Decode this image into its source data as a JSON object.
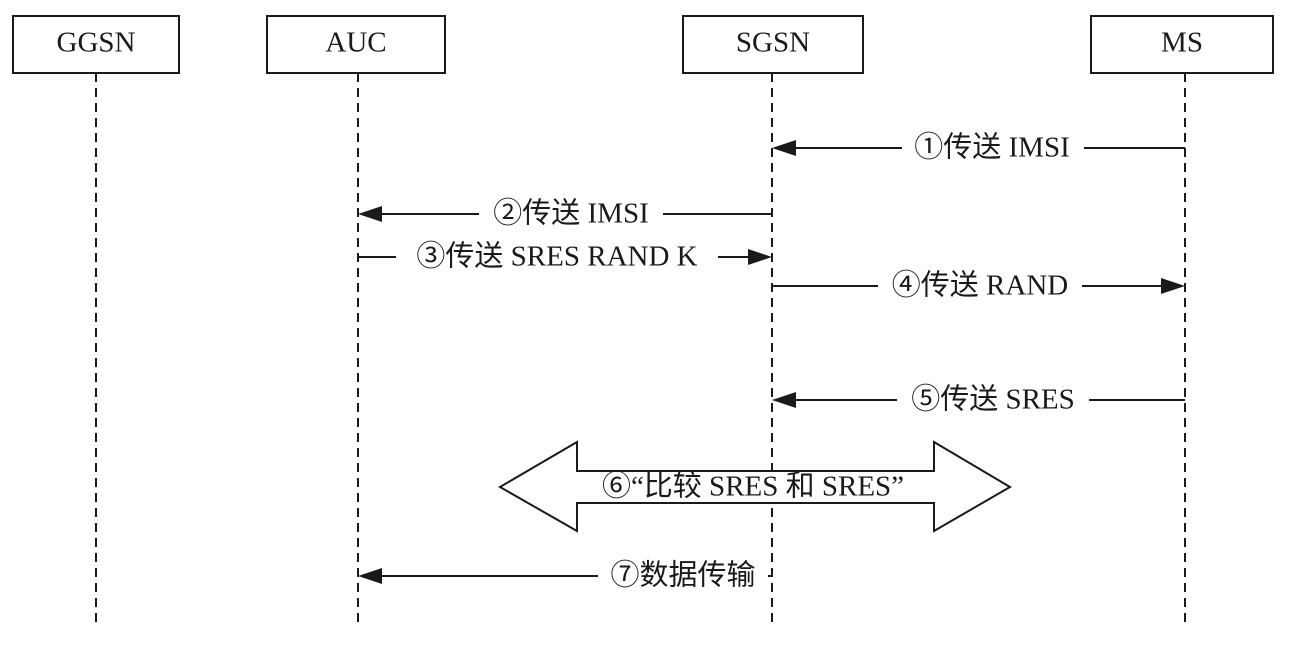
{
  "entities": [
    {
      "id": "ggsn",
      "label": "GGSN"
    },
    {
      "id": "auc",
      "label": "AUC"
    },
    {
      "id": "sgsn",
      "label": "SGSN"
    },
    {
      "id": "ms",
      "label": "MS"
    }
  ],
  "messages": [
    {
      "id": "m1",
      "from": "ms",
      "to": "sgsn",
      "label": "①传送 IMSI"
    },
    {
      "id": "m2",
      "from": "sgsn",
      "to": "auc",
      "label": "②传送 IMSI"
    },
    {
      "id": "m3",
      "from": "auc",
      "to": "sgsn",
      "label": "③传送 SRES RAND K"
    },
    {
      "id": "m4",
      "from": "sgsn",
      "to": "ms",
      "label": "④传送 RAND"
    },
    {
      "id": "m5",
      "from": "ms",
      "to": "sgsn",
      "label": "⑤传送 SRES"
    },
    {
      "id": "m7",
      "from": "sgsn",
      "to": "auc",
      "label": "⑦数据传输"
    }
  ],
  "compare": {
    "label": "⑥“比较 SRES 和 SRES”",
    "style": "double-headed hollow arrow"
  },
  "colors": {
    "line": "#1a1a1a",
    "background": "#ffffff"
  }
}
